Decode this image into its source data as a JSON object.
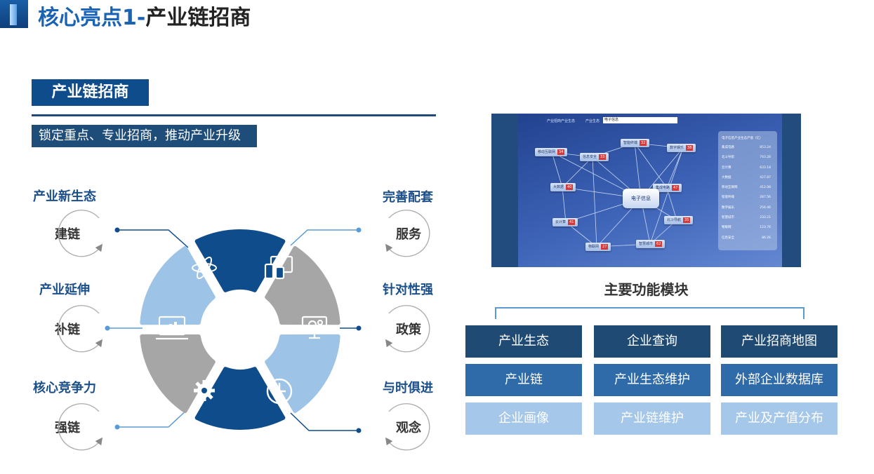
{
  "header": {
    "title_part1": "核心亮点1",
    "title_sep": "-",
    "title_part2": "产业链招商"
  },
  "section": {
    "heading": "产业链招商",
    "subtitle": "锁定重点、专业招商，推动产业升级"
  },
  "features": {
    "left": [
      {
        "label": "产业新生态",
        "circle": "建链"
      },
      {
        "label": "产业延伸",
        "circle": "补链"
      },
      {
        "label": "核心竞争力",
        "circle": "强链"
      }
    ],
    "right": [
      {
        "label": "完善配套",
        "circle": "服务"
      },
      {
        "label": "针对性强",
        "circle": "政策"
      },
      {
        "label": "与时俱进",
        "circle": "观念"
      }
    ],
    "segments": [
      {
        "icon": "atom-icon",
        "color": "#9dc3e6"
      },
      {
        "icon": "devices-icon",
        "color": "#0e4c8c"
      },
      {
        "icon": "monitor-gear-icon",
        "color": "#a6a6a6"
      },
      {
        "icon": "clock-icon",
        "color": "#9dc3e6"
      },
      {
        "icon": "gear-icon",
        "color": "#0e4c8c"
      },
      {
        "icon": "chart-monitor-icon",
        "color": "#a6a6a6"
      }
    ]
  },
  "screenshot": {
    "top_label": "产业招商产业生态",
    "filter_label": "产业生态",
    "filter_value": "电子信息",
    "center": "电子信息",
    "nodes": [
      {
        "label": "移动互联网",
        "badge": "34"
      },
      {
        "label": "信息安全",
        "badge": "33"
      },
      {
        "label": "智能终端",
        "badge": "32"
      },
      {
        "label": "数字娱乐",
        "badge": "38"
      },
      {
        "label": "大数据",
        "badge": "40"
      },
      {
        "label": "集成电路",
        "badge": "47"
      },
      {
        "label": "云计算",
        "badge": "41"
      },
      {
        "label": "北斗导航",
        "badge": "35"
      },
      {
        "label": "物联网",
        "badge": "27"
      },
      {
        "label": "智慧城市",
        "badge": "62"
      }
    ],
    "stats_title": "电子信息产业生态产值（亿）",
    "stats": [
      {
        "name": "集成电路",
        "value": "853.24"
      },
      {
        "name": "北斗导航",
        "value": "743.28"
      },
      {
        "name": "云计算",
        "value": "633.18"
      },
      {
        "name": "大数据",
        "value": "427.87"
      },
      {
        "name": "移动互联网",
        "value": "412.08"
      },
      {
        "name": "智能终端",
        "value": "287.56"
      },
      {
        "name": "数字娱乐",
        "value": "256.46"
      },
      {
        "name": "智慧城市",
        "value": "233.21"
      },
      {
        "name": "物联网",
        "value": "123.76"
      },
      {
        "name": "信息安全",
        "value": "86.26"
      }
    ]
  },
  "modules": {
    "title": "主要功能模块",
    "rows": [
      [
        "产业生态",
        "企业查询",
        "产业招商地图"
      ],
      [
        "产业链",
        "产业生态维护",
        "外部企业数据库"
      ],
      [
        "企业画像",
        "产业链维护",
        "产业及产值分布"
      ]
    ]
  },
  "colors": {
    "primary": "#0e4c8c",
    "light": "#9dc3e6",
    "gray": "#a6a6a6",
    "module_row1": "#1f4a73",
    "module_row2": "#2f6ba9",
    "module_row3": "#a4c7ea"
  }
}
